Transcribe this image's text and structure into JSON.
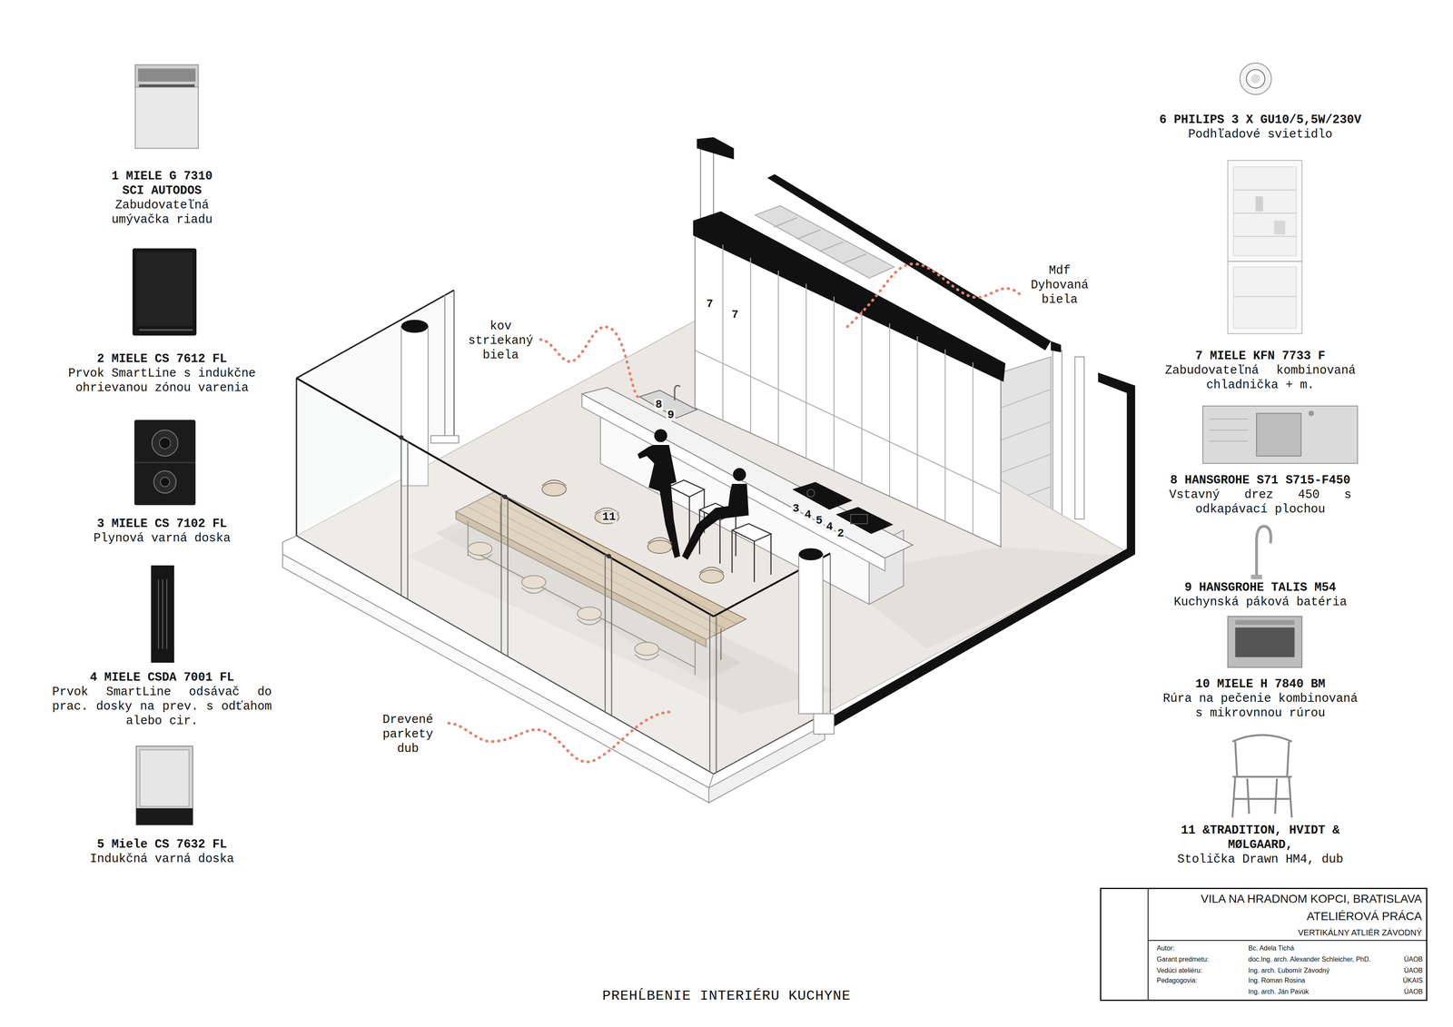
{
  "diagram": {
    "caption": "PREHĹBENIE INTERIÉRU KUCHYNE",
    "nodes": [
      {
        "text": [
          "VILA NA HRADNOM KOPCI, BRATISLAVA",
          "ATELIÉROVÁ PRÁCA",
          "VERTIKÁLNY ATLIÉR ZÁVODNÝ",
          "Autor:",
          "Bc. Adela Tichá",
          "Garant predmetu:",
          "doc.Ing. arch. Alexander Schleicher, PhD.",
          "ÚAOB",
          "Vedúci ateliéru:",
          "Ing. arch. Ľubomír Závodný",
          "ÚAOB",
          "Pedagogovia:",
          "Ing. Roman Rosina",
          "ÚKAIS",
          "Ing. arch. Ján Pavúk",
          "ÚAOB"
        ]
      }
    ],
    "labels": [
      "1 MIELE G 7310 SCI AUTODOS",
      "Zabudovateľná umývačka riadu",
      "2 MIELE CS 7612 FL",
      "Prvok SmartLine s indukčne ohrievanou zónou varenia",
      "3 MIELE CS 7102 FL",
      "Plynová varná doska",
      "4 MIELE CSDA 7001 FL",
      "Prvok SmartLine odsávač do prac. dosky na prev. s odťahom alebo cir.",
      "5 Miele CS 7632 FL",
      "Indukčná varná doska",
      "6 PHILIPS 3 X GU10/5,5W/230V",
      "Podhľadové svietidlo",
      "7 MIELE KFN 7733 F",
      "Zabudovateľná kombinovaná chladnička + m.",
      "8 HANSGROHE S71 S715-F450",
      "Vstavný drez 450 s odkapávací plochou",
      "9 HANSGROHE TALIS M54",
      "Kuchynská páková batéria",
      "10 MIELE H 7840 BM",
      "Rúra na pečenie kombinovaná s mikrovnnou rúrou",
      "11 &TRADITION, HVIDT & MØLGAARD,",
      "Stolička Drawn HM4, dub",
      "kov striekaný biela",
      "Mdf Dyhovaná biela",
      "Drevené parkety dub",
      "7",
      "7",
      "8",
      "9",
      "11",
      "3",
      "4",
      "5",
      "4",
      "2"
    ]
  }
}
